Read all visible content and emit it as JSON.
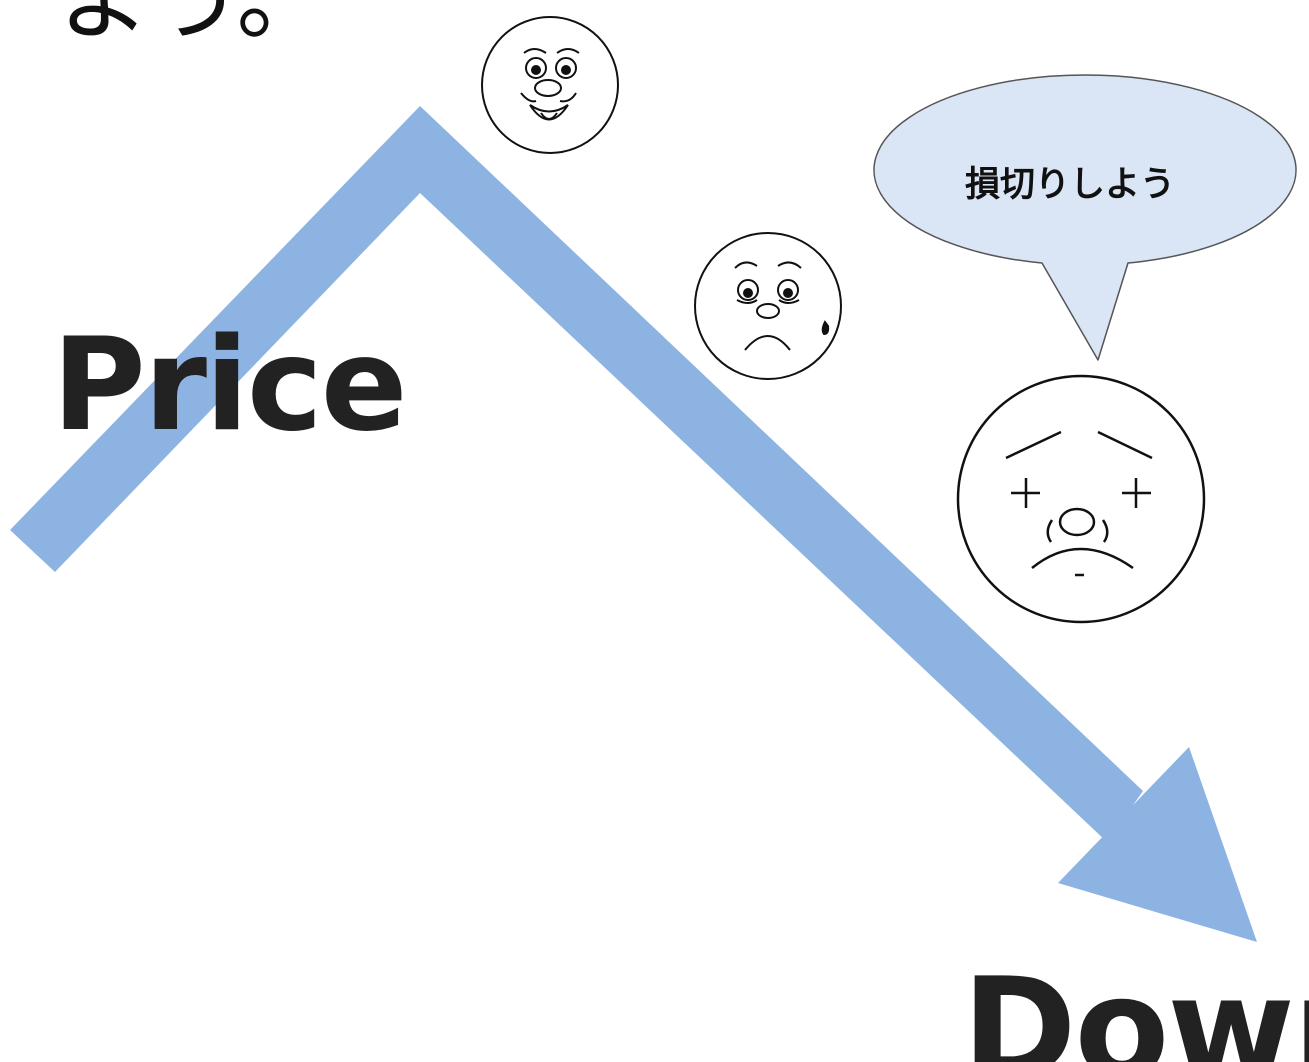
{
  "top_text": "よう。",
  "price_label": "Price",
  "down_label": "Down",
  "speech_bubble": {
    "text": "損切りしよう",
    "fill": "#dae5f5",
    "stroke": "#555555"
  },
  "arrow": {
    "color": "#8db3e2"
  },
  "faces": [
    {
      "name": "happy-face-icon",
      "expression": "happy"
    },
    {
      "name": "worried-face-icon",
      "expression": "worried-tear"
    },
    {
      "name": "distressed-face-icon",
      "expression": "distressed"
    }
  ]
}
